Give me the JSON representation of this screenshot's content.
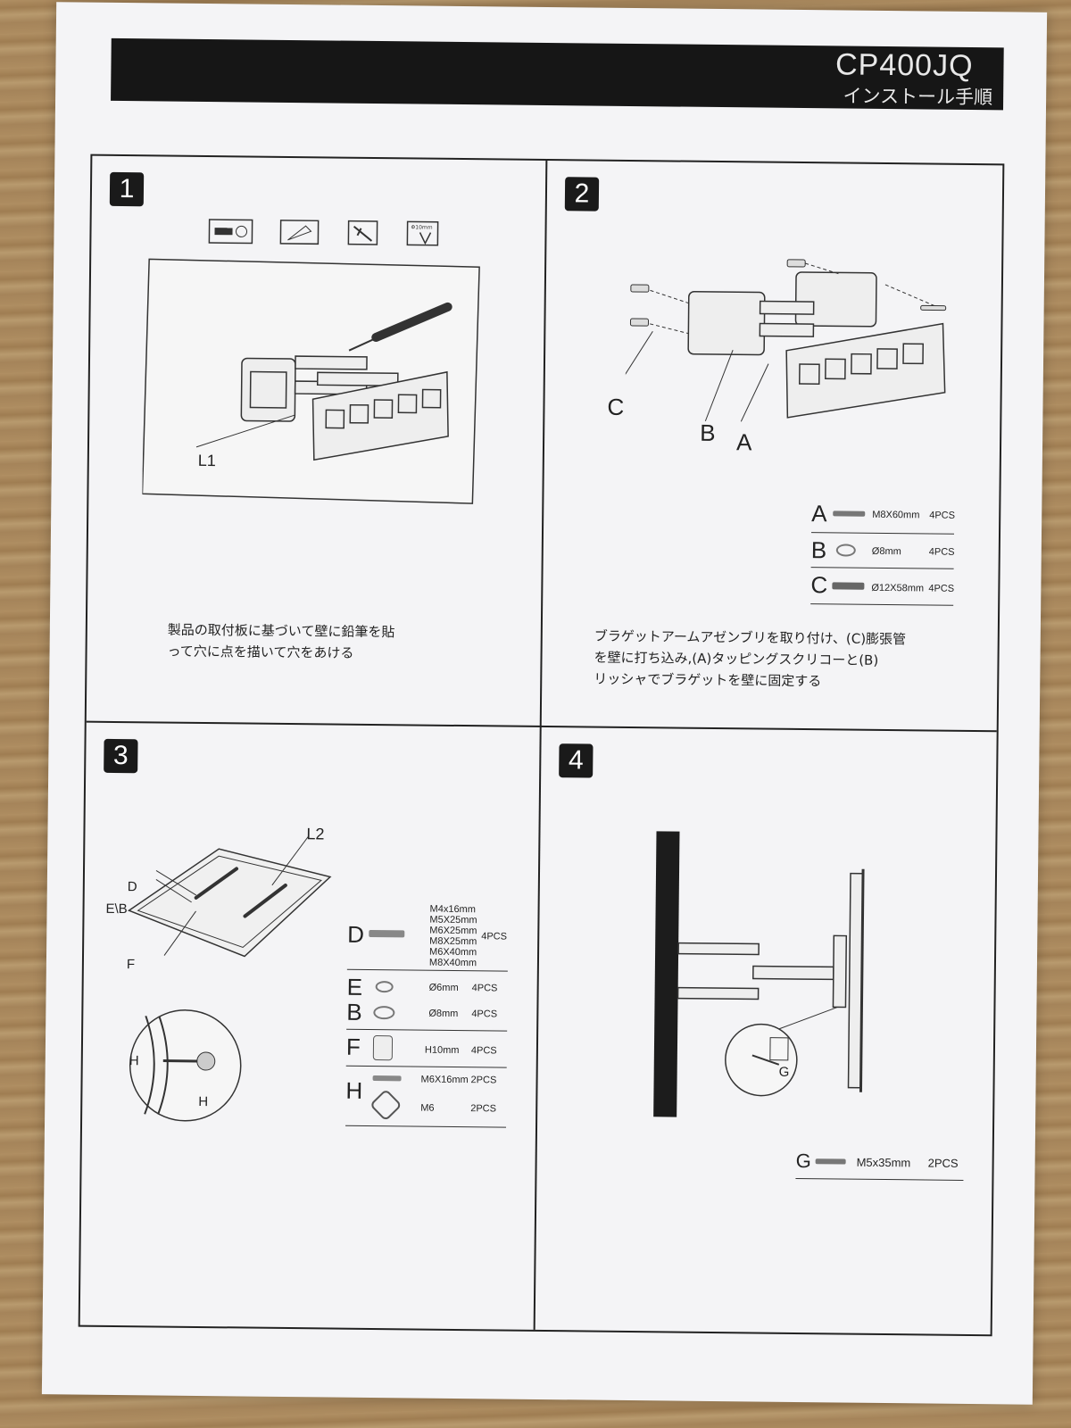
{
  "header": {
    "model": "CP400JQ",
    "subtitle": "インストール手順"
  },
  "steps": [
    {
      "number": "1",
      "callout": "L1",
      "instruction_lines": [
        "製品の取付板に基づいて壁に鉛筆を貼",
        "って穴に点を描いて穴をあける"
      ],
      "tool_icon_label": "Φ10mm"
    },
    {
      "number": "2",
      "callouts": [
        "C",
        "B",
        "A"
      ],
      "instruction_lines": [
        "ブラゲットアームアゼンブリを取り付け、(C)膨張管",
        "を壁に打ち込み,(A)タッピングスクリコーと(B)",
        "リッシャでブラゲットを壁に固定する"
      ],
      "parts": [
        {
          "letter": "A",
          "spec": "M8X60mm",
          "qty": "4PCS"
        },
        {
          "letter": "B",
          "spec": "Ø8mm",
          "qty": "4PCS"
        },
        {
          "letter": "C",
          "spec": "Ø12X58mm",
          "qty": "4PCS"
        }
      ]
    },
    {
      "number": "3",
      "callouts": [
        "L2",
        "D",
        "E\\B",
        "F",
        "H",
        "H"
      ],
      "parts": [
        {
          "letter": "D",
          "specs": [
            "M4x16mm",
            "M5X25mm",
            "M6X25mm",
            "M8X25mm",
            "M6X40mm",
            "M8X40mm"
          ],
          "qty": "4PCS"
        },
        {
          "letter": "E",
          "spec": "Ø6mm",
          "qty": "4PCS"
        },
        {
          "letter": "B",
          "spec": "Ø8mm",
          "qty": "4PCS"
        },
        {
          "letter": "F",
          "spec": "H10mm",
          "qty": "4PCS"
        },
        {
          "letter": "H",
          "spec": "M6X16mm",
          "qty": "2PCS"
        },
        {
          "letter": "",
          "spec": "M6",
          "qty": "2PCS"
        }
      ]
    },
    {
      "number": "4",
      "callout": "G",
      "parts": [
        {
          "letter": "G",
          "spec": "M5x35mm",
          "qty": "2PCS"
        }
      ]
    }
  ]
}
